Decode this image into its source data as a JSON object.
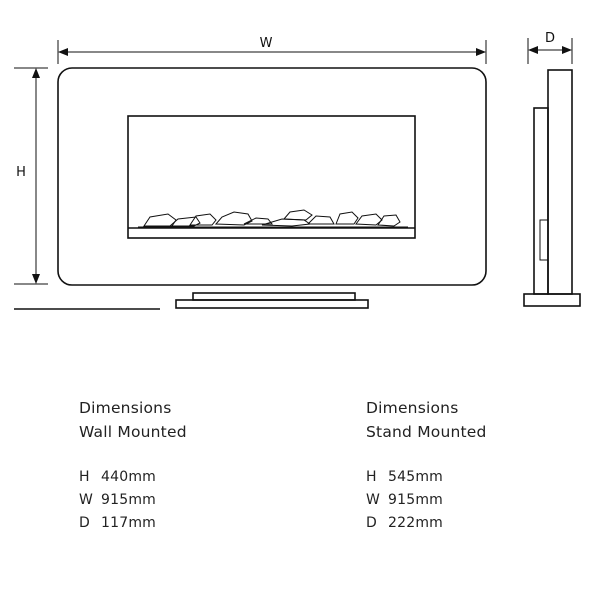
{
  "diagram": {
    "labels": {
      "width": "W",
      "height": "H",
      "depth": "D"
    }
  },
  "specs": {
    "wall": {
      "title_line1": "Dimensions",
      "title_line2": "Wall Mounted",
      "rows": [
        {
          "key": "H",
          "value": "440mm"
        },
        {
          "key": "W",
          "value": "915mm"
        },
        {
          "key": "D",
          "value": "117mm"
        }
      ]
    },
    "stand": {
      "title_line1": "Dimensions",
      "title_line2": "Stand Mounted",
      "rows": [
        {
          "key": "H",
          "value": "545mm"
        },
        {
          "key": "W",
          "value": "915mm"
        },
        {
          "key": "D",
          "value": "222mm"
        }
      ]
    }
  }
}
